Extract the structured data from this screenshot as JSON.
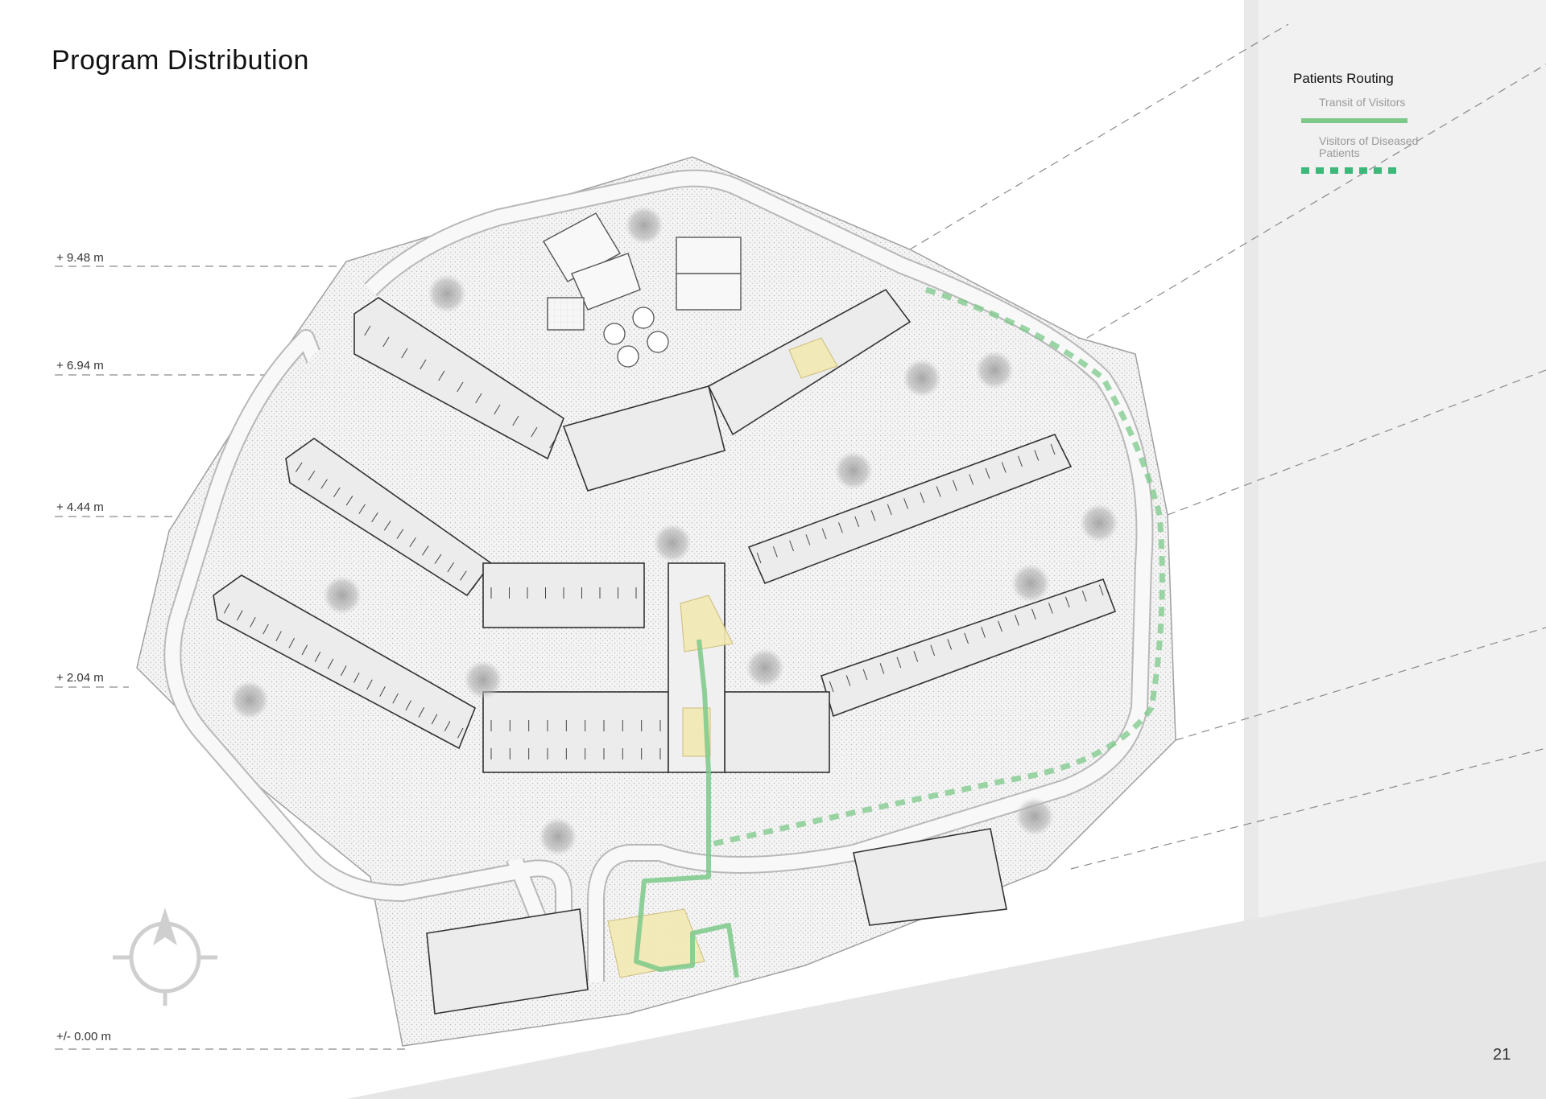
{
  "page": {
    "title": "Program Distribution",
    "page_number": "21"
  },
  "levels": [
    {
      "label": "+ 9.48 m"
    },
    {
      "label": "+ 6.94 m"
    },
    {
      "label": "+ 4.44 m"
    },
    {
      "label": "+ 2.04 m"
    },
    {
      "label": "+/- 0.00 m"
    }
  ],
  "legend": {
    "title": "Patients  Routing",
    "items": [
      {
        "label": "Transit  of  Visitors",
        "style": "solid",
        "color": "#7cc98a"
      },
      {
        "label": "Visitors  of  Diseased Patients",
        "style": "dashed",
        "color": "#3cb878"
      }
    ]
  },
  "colors": {
    "background": "#ffffff",
    "side_panel": "#f1f1f1",
    "ground_band": "#e6e6e7",
    "building_fill": "#ececec",
    "site_hatch": "#d6d6d6",
    "highlight_yellow": "#f3e9b3",
    "route_green": "#7cc98a",
    "route_dashed": "#3cb878",
    "north_arrow": "#cfcfcf"
  },
  "icons": {
    "north_arrow": "compass-north-arrow-icon",
    "tree": "tree-canopy-icon"
  }
}
